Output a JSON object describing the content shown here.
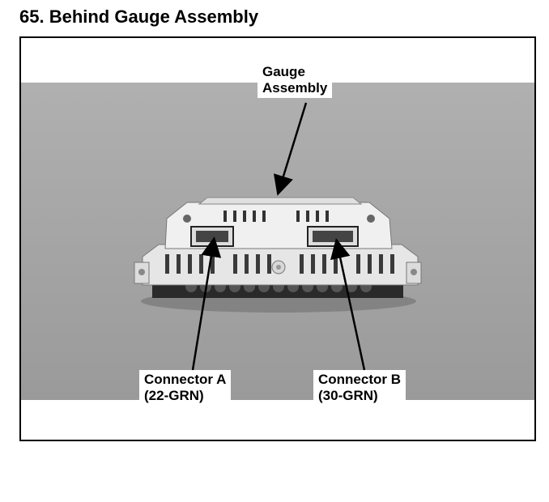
{
  "title": "65. Behind Gauge Assembly",
  "labels": {
    "gauge": "Gauge\nAssembly",
    "connector_a": "Connector A\n(22-GRN)",
    "connector_b": "Connector B\n(30-GRN)"
  },
  "colors": {
    "background": "#9a9a9a",
    "housing": "#eaeaea",
    "outline": "#000000"
  }
}
